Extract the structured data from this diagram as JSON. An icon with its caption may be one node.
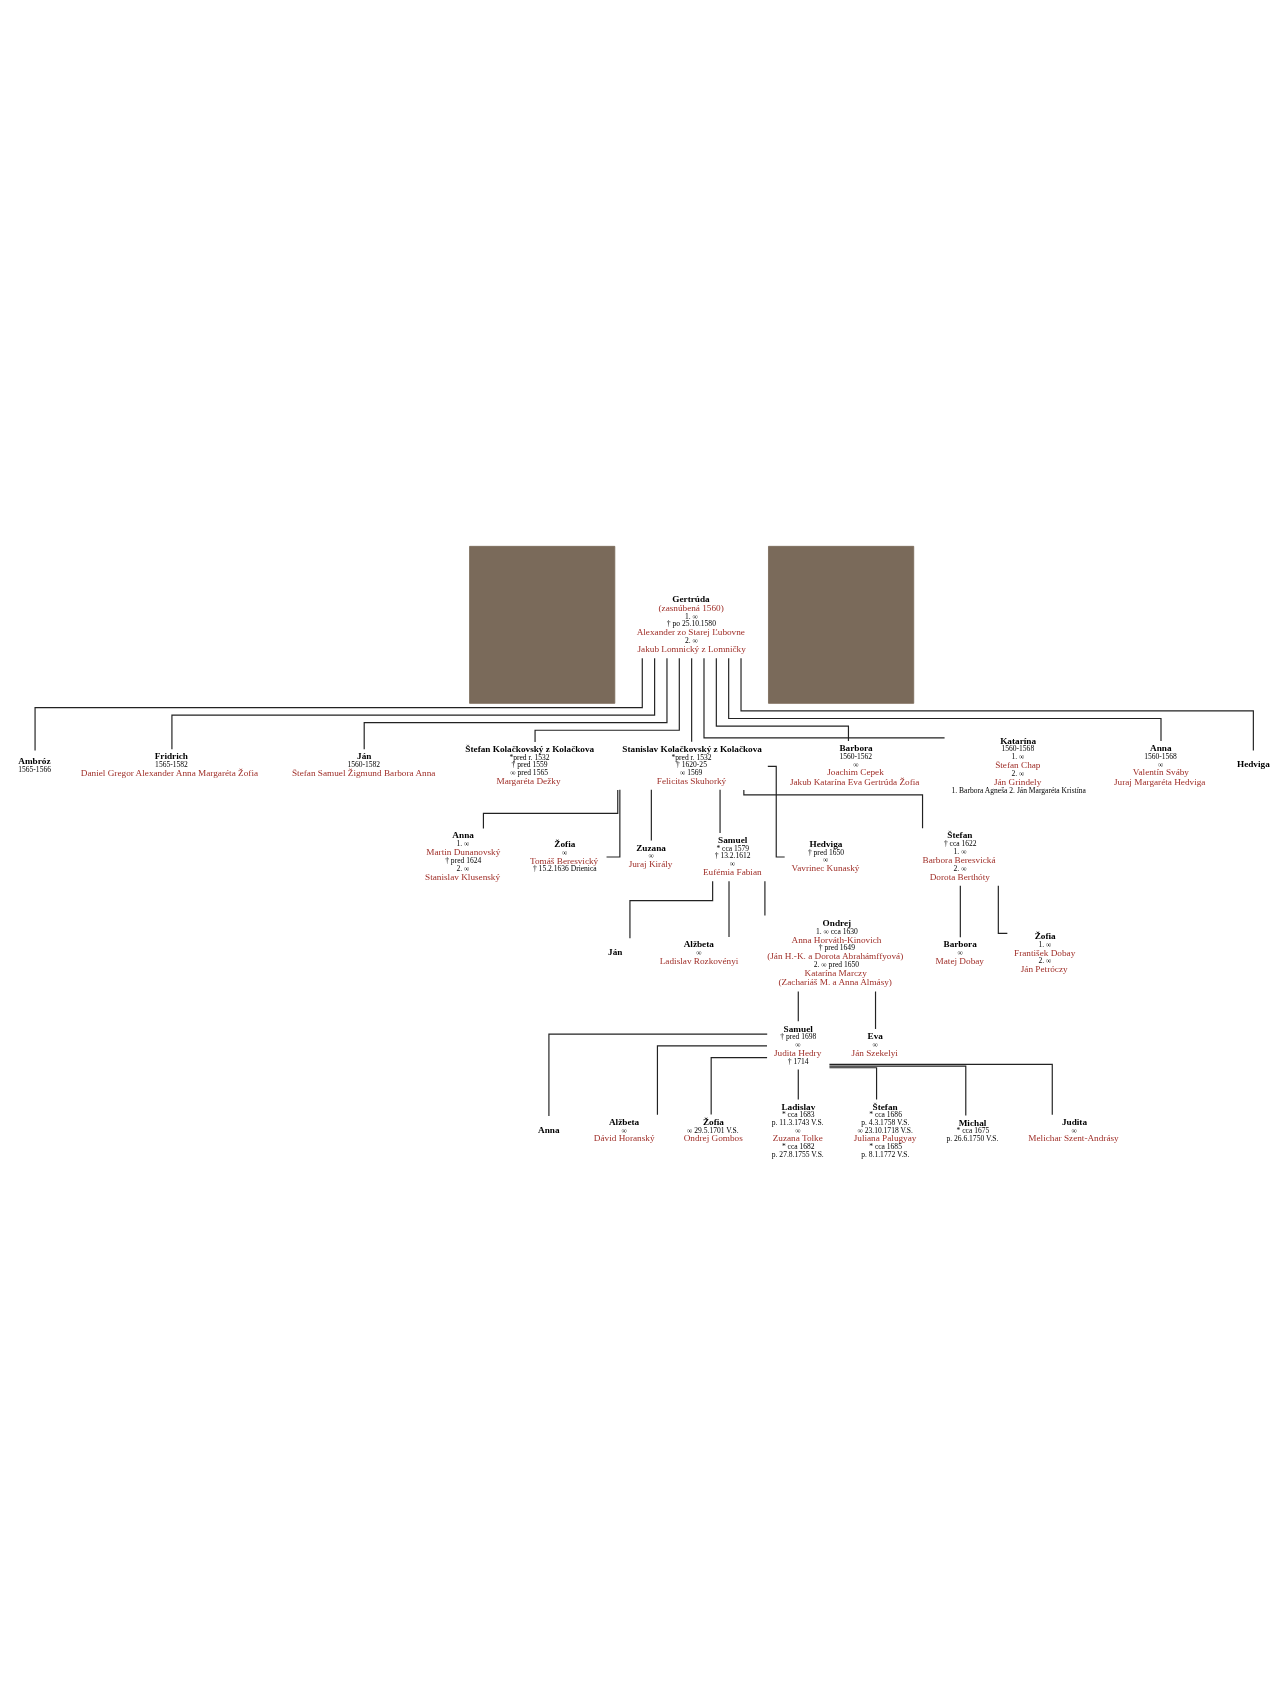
{
  "diagram": {
    "nodes": [
      {
        "text": [],
        "shape": "box"
      },
      {
        "text": [
          "Gertrúda",
          "(zasnúbená 1560)",
          "1. ∞",
          "† po 25.10.1580",
          "Alexander zo Starej Ľubovne",
          "2. ∞",
          "Jakub Lomnický z Lomničky"
        ]
      },
      {
        "text": [],
        "shape": "box"
      },
      {
        "text": [
          "Ambróz",
          "1565-1566"
        ]
      },
      {
        "text": [
          "Fridrich",
          "1565-1582",
          "Daniel Gregor Alexander Anna Margaréta Žofia"
        ]
      },
      {
        "text": [
          "Ján",
          "1560-1582",
          "Štefan Samuel Žigmund Barbora Anna"
        ]
      },
      {
        "text": [
          "Štefan Kolačkovský z Kolačkova",
          "*pred r. 1532",
          "† pred 1559",
          "∞ pred 1565",
          "Margaréta Dežky"
        ]
      },
      {
        "text": [
          "Stanislav Kolačkovský z Kolačkova",
          "*pred r. 1532",
          "† 1620-25",
          "∞ 1569",
          "Felicitas Skuhorký"
        ]
      },
      {
        "text": [
          "Barbora",
          "1560-1562",
          "∞",
          "Joachim Cepek",
          "Jakub Katarína Eva Gertrúda Žofia"
        ]
      },
      {
        "text": [
          "Katarína",
          "1560-1568",
          "1. ∞",
          "Štefan Chap",
          "2. ∞",
          "Ján Grindely",
          "1. Barbora Agneša 2. Ján Margaréta Kristína"
        ]
      },
      {
        "text": [
          "Anna",
          "1560-1568",
          "∞",
          "Valentín Sváby",
          "Juraj Margaréta Hedviga"
        ]
      },
      {
        "text": [
          "Hedviga"
        ]
      },
      {
        "text": [
          "Anna",
          "1. ∞",
          "Martin Dunanovský",
          "† pred 1624",
          "2. ∞",
          "Stanislav Klusenský"
        ]
      },
      {
        "text": [
          "Žofia",
          "∞",
          "Tomáš Beresvický",
          "† 15.2.1636 Drienica"
        ]
      },
      {
        "text": [
          "Zuzana",
          "∞",
          "Juraj Király"
        ]
      },
      {
        "text": [
          "Samuel",
          "* cca 1579",
          "† 13.2.1612",
          "∞",
          "Eufémia Fabian"
        ]
      },
      {
        "text": [
          "Hedviga",
          "† pred 1650",
          "∞",
          "Vavrinec Kunaský"
        ]
      },
      {
        "text": [
          "Štefan",
          "† cca 1622",
          "1. ∞",
          "Barbora Beresvická",
          "2. ∞",
          "Dorota Berthóty"
        ]
      },
      {
        "text": [
          "Ján"
        ]
      },
      {
        "text": [
          "Alžbeta",
          "∞",
          "Ladislav Rozkovényi"
        ]
      },
      {
        "text": [
          "Ondrej",
          "1. ∞ cca 1630",
          "Anna Horváth-Kinovich",
          "† pred 1649",
          "(Ján H.-K. a Dorota Abrahámffyová)",
          "2. ∞ pred 1650",
          "Katarína Marczy",
          "(Zachariáš M. a Anna Almásy)"
        ]
      },
      {
        "text": [
          "Barbora",
          "∞",
          "Matej Dobay"
        ]
      },
      {
        "text": [
          "Žofia",
          "1. ∞",
          "František Dobay",
          "2. ∞",
          "Ján Petróczy"
        ]
      },
      {
        "text": [
          "Samuel",
          "† pred 1698",
          "∞",
          "Judita Hedry",
          "† 1714"
        ]
      },
      {
        "text": [
          "Eva",
          "∞",
          "Ján Szekelyi"
        ]
      },
      {
        "text": [
          "Anna"
        ]
      },
      {
        "text": [
          "Alžbeta",
          "∞",
          "Dávid Horanský"
        ]
      },
      {
        "text": [
          "Žofia",
          "∞ 29.5.1701 V.S.",
          "Ondrej Gombos"
        ]
      },
      {
        "text": [
          "Ladislav",
          "* cca 1683",
          "p. 11.3.1743 V.S.",
          "∞",
          "Zuzana Tolke",
          "* cca 1682",
          "p. 27.8.1755 V.S."
        ]
      },
      {
        "text": [
          "Štefan",
          "* cca 1686",
          "p. 4.3.1758 V.S.",
          "∞ 23.10.1718 V.S.",
          "Juliana Palugyay",
          "* cca 1685",
          "p. 8.1.1772 V.S."
        ]
      },
      {
        "text": [
          "Michal",
          "* cca 1675",
          "p. 26.6.1750 V.S."
        ]
      },
      {
        "text": [
          "Judita",
          "∞",
          "Melichar Szent-Andrásy"
        ]
      }
    ],
    "edges": [
      {
        "from": 1,
        "to": 3,
        "arrow": "none"
      },
      {
        "from": 1,
        "to": 4,
        "arrow": "none"
      },
      {
        "from": 1,
        "to": 5,
        "arrow": "none"
      },
      {
        "from": 1,
        "to": 6,
        "arrow": "none"
      },
      {
        "from": 1,
        "to": 7,
        "arrow": "none"
      },
      {
        "from": 1,
        "to": 8,
        "arrow": "none"
      },
      {
        "from": 1,
        "to": 9,
        "arrow": "none"
      },
      {
        "from": 1,
        "to": 10,
        "arrow": "none"
      },
      {
        "from": 1,
        "to": 11,
        "arrow": "none"
      },
      {
        "from": 7,
        "to": 12,
        "arrow": "none"
      },
      {
        "from": 7,
        "to": 13,
        "arrow": "none"
      },
      {
        "from": 7,
        "to": 14,
        "arrow": "none"
      },
      {
        "from": 7,
        "to": 15,
        "arrow": "none"
      },
      {
        "from": 7,
        "to": 16,
        "arrow": "none"
      },
      {
        "from": 7,
        "to": 17,
        "arrow": "none"
      },
      {
        "from": 15,
        "to": 18,
        "arrow": "none"
      },
      {
        "from": 15,
        "to": 19,
        "arrow": "none"
      },
      {
        "from": 15,
        "to": 20,
        "arrow": "none"
      },
      {
        "from": 17,
        "to": 21,
        "arrow": "none"
      },
      {
        "from": 17,
        "to": 22,
        "arrow": "none"
      },
      {
        "from": 20,
        "to": 23,
        "arrow": "none"
      },
      {
        "from": 20,
        "to": 24,
        "arrow": "none"
      },
      {
        "from": 23,
        "to": 25,
        "arrow": "none"
      },
      {
        "from": 23,
        "to": 26,
        "arrow": "none"
      },
      {
        "from": 23,
        "to": 27,
        "arrow": "none"
      },
      {
        "from": 23,
        "to": 28,
        "arrow": "none"
      },
      {
        "from": 23,
        "to": 29,
        "arrow": "none"
      },
      {
        "from": 23,
        "to": 30,
        "arrow": "none"
      },
      {
        "from": 23,
        "to": 31,
        "arrow": "none"
      }
    ]
  }
}
